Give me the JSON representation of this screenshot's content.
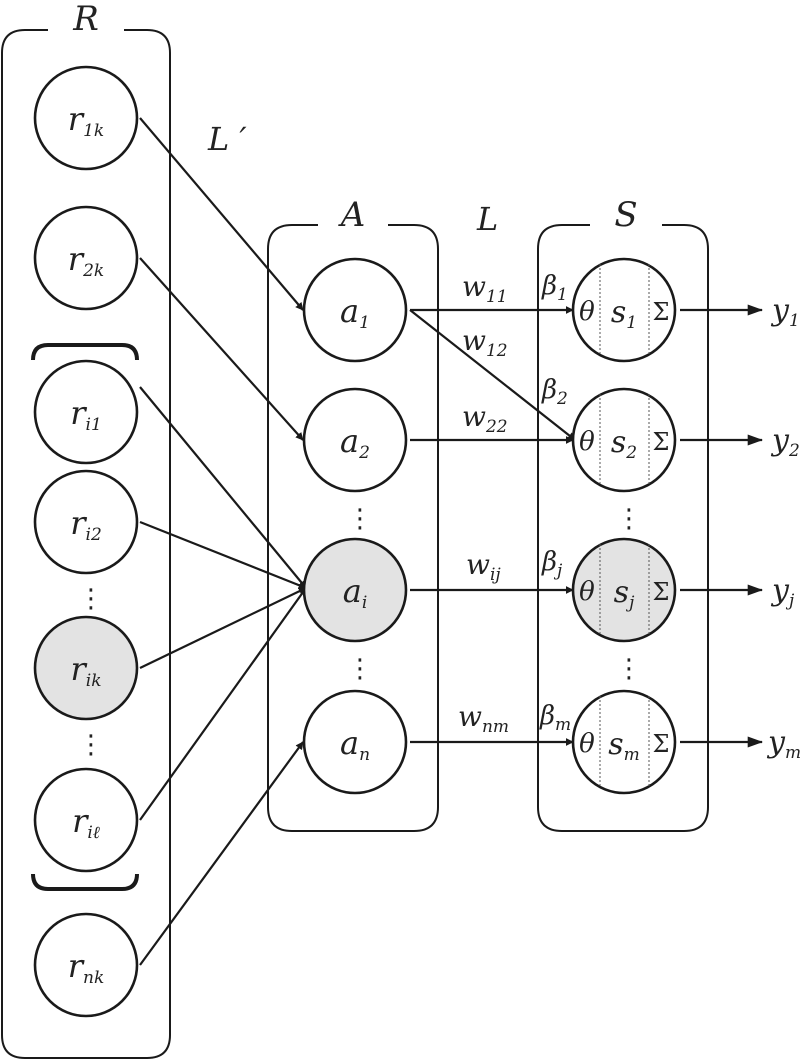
{
  "groups": {
    "R": "R",
    "A": "A",
    "S": "S"
  },
  "layers": {
    "L_prime": "L ′",
    "L": "L"
  },
  "r_nodes": [
    {
      "base": "r",
      "sub": "1k"
    },
    {
      "base": "r",
      "sub": "2k"
    },
    {
      "base": "r",
      "sub": "i1"
    },
    {
      "base": "r",
      "sub": "i2"
    },
    {
      "base": "r",
      "sub": "ik"
    },
    {
      "base": "r",
      "sub": "iℓ"
    },
    {
      "base": "r",
      "sub": "nk"
    }
  ],
  "a_nodes": [
    {
      "base": "a",
      "sub": "1"
    },
    {
      "base": "a",
      "sub": "2"
    },
    {
      "base": "a",
      "sub": "i"
    },
    {
      "base": "a",
      "sub": "n"
    }
  ],
  "s_nodes": [
    {
      "base": "s",
      "sub": "1"
    },
    {
      "base": "s",
      "sub": "2"
    },
    {
      "base": "s",
      "sub": "j"
    },
    {
      "base": "s",
      "sub": "m"
    }
  ],
  "s_inner": {
    "theta": "θ",
    "sigma": "Σ"
  },
  "weights": [
    {
      "base": "w",
      "sub": "11"
    },
    {
      "base": "w",
      "sub": "12"
    },
    {
      "base": "w",
      "sub": "22"
    },
    {
      "base": "w",
      "sub": "ij"
    },
    {
      "base": "w",
      "sub": "nm"
    }
  ],
  "betas": [
    {
      "base": "β",
      "sub": "1"
    },
    {
      "base": "β",
      "sub": "2"
    },
    {
      "base": "β",
      "sub": "j"
    },
    {
      "base": "β",
      "sub": "m"
    }
  ],
  "outputs": [
    {
      "base": "y",
      "sub": "1"
    },
    {
      "base": "y",
      "sub": "2"
    },
    {
      "base": "y",
      "sub": "j"
    },
    {
      "base": "y",
      "sub": "m"
    }
  ],
  "ellipsis": "⋮",
  "colors": {
    "highlight": "#e3e3e3",
    "stroke": "#1a1a1a"
  }
}
